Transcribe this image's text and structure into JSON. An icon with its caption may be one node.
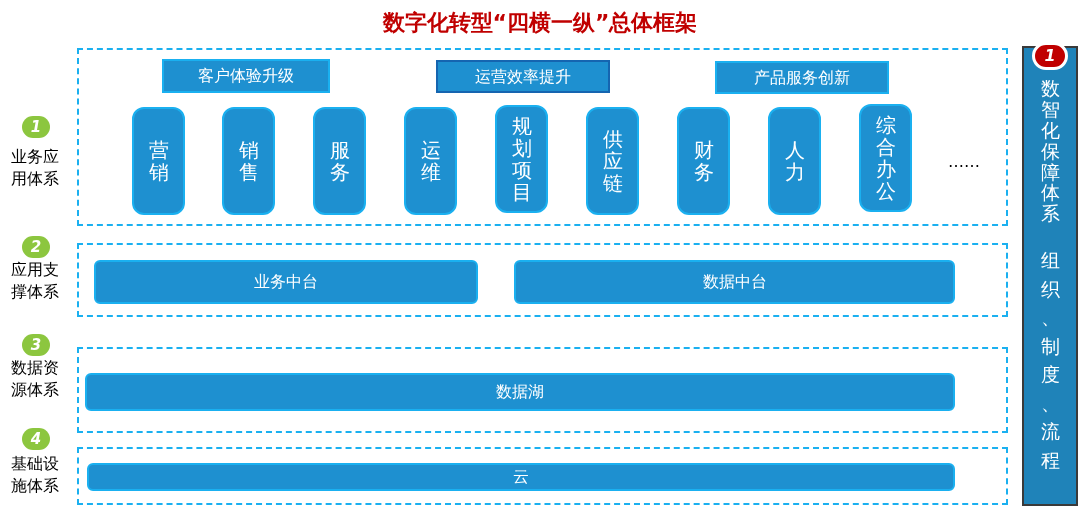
{
  "diagram": {
    "title": "数字化转型“四横一纵”总体框架",
    "nodes": [
      {
        "text": [],
        "shape": "box"
      },
      {
        "text": [
          "客户体验升级"
        ],
        "in": 0
      },
      {
        "text": [
          "运营效率提升"
        ],
        "in": 0
      },
      {
        "text": [
          "产品服务创新"
        ],
        "in": 0
      },
      {
        "text": [
          "营销"
        ],
        "in": 0
      },
      {
        "text": [
          "销售"
        ],
        "in": 0
      },
      {
        "text": [
          "服务"
        ],
        "in": 0
      },
      {
        "text": [
          "运维"
        ],
        "in": 0
      },
      {
        "text": [
          "规划项目"
        ],
        "in": 0
      },
      {
        "text": [
          "供应链"
        ],
        "in": 0
      },
      {
        "text": [
          "财务"
        ],
        "in": 0
      },
      {
        "text": [
          "人力"
        ],
        "in": 0
      },
      {
        "text": [
          "综合办公"
        ],
        "in": 0
      },
      {
        "text": [],
        "shape": "box"
      },
      {
        "text": [
          "业务中台"
        ],
        "in": 13
      },
      {
        "text": [
          "数据中台"
        ],
        "in": 13
      },
      {
        "text": [],
        "shape": "box"
      },
      {
        "text": [
          "数据湖"
        ],
        "in": 16
      },
      {
        "text": [],
        "shape": "box"
      },
      {
        "text": [
          "云"
        ],
        "in": 18
      },
      {
        "text": [
          "1",
          "数智化保障体系",
          "组织、制度、流程"
        ]
      }
    ],
    "edges": [],
    "labels": [
      "1",
      "业务应用体系",
      "……",
      "2",
      "应用支撑体系",
      "3",
      "数据资源体系",
      "4",
      "基础设施体系"
    ]
  }
}
